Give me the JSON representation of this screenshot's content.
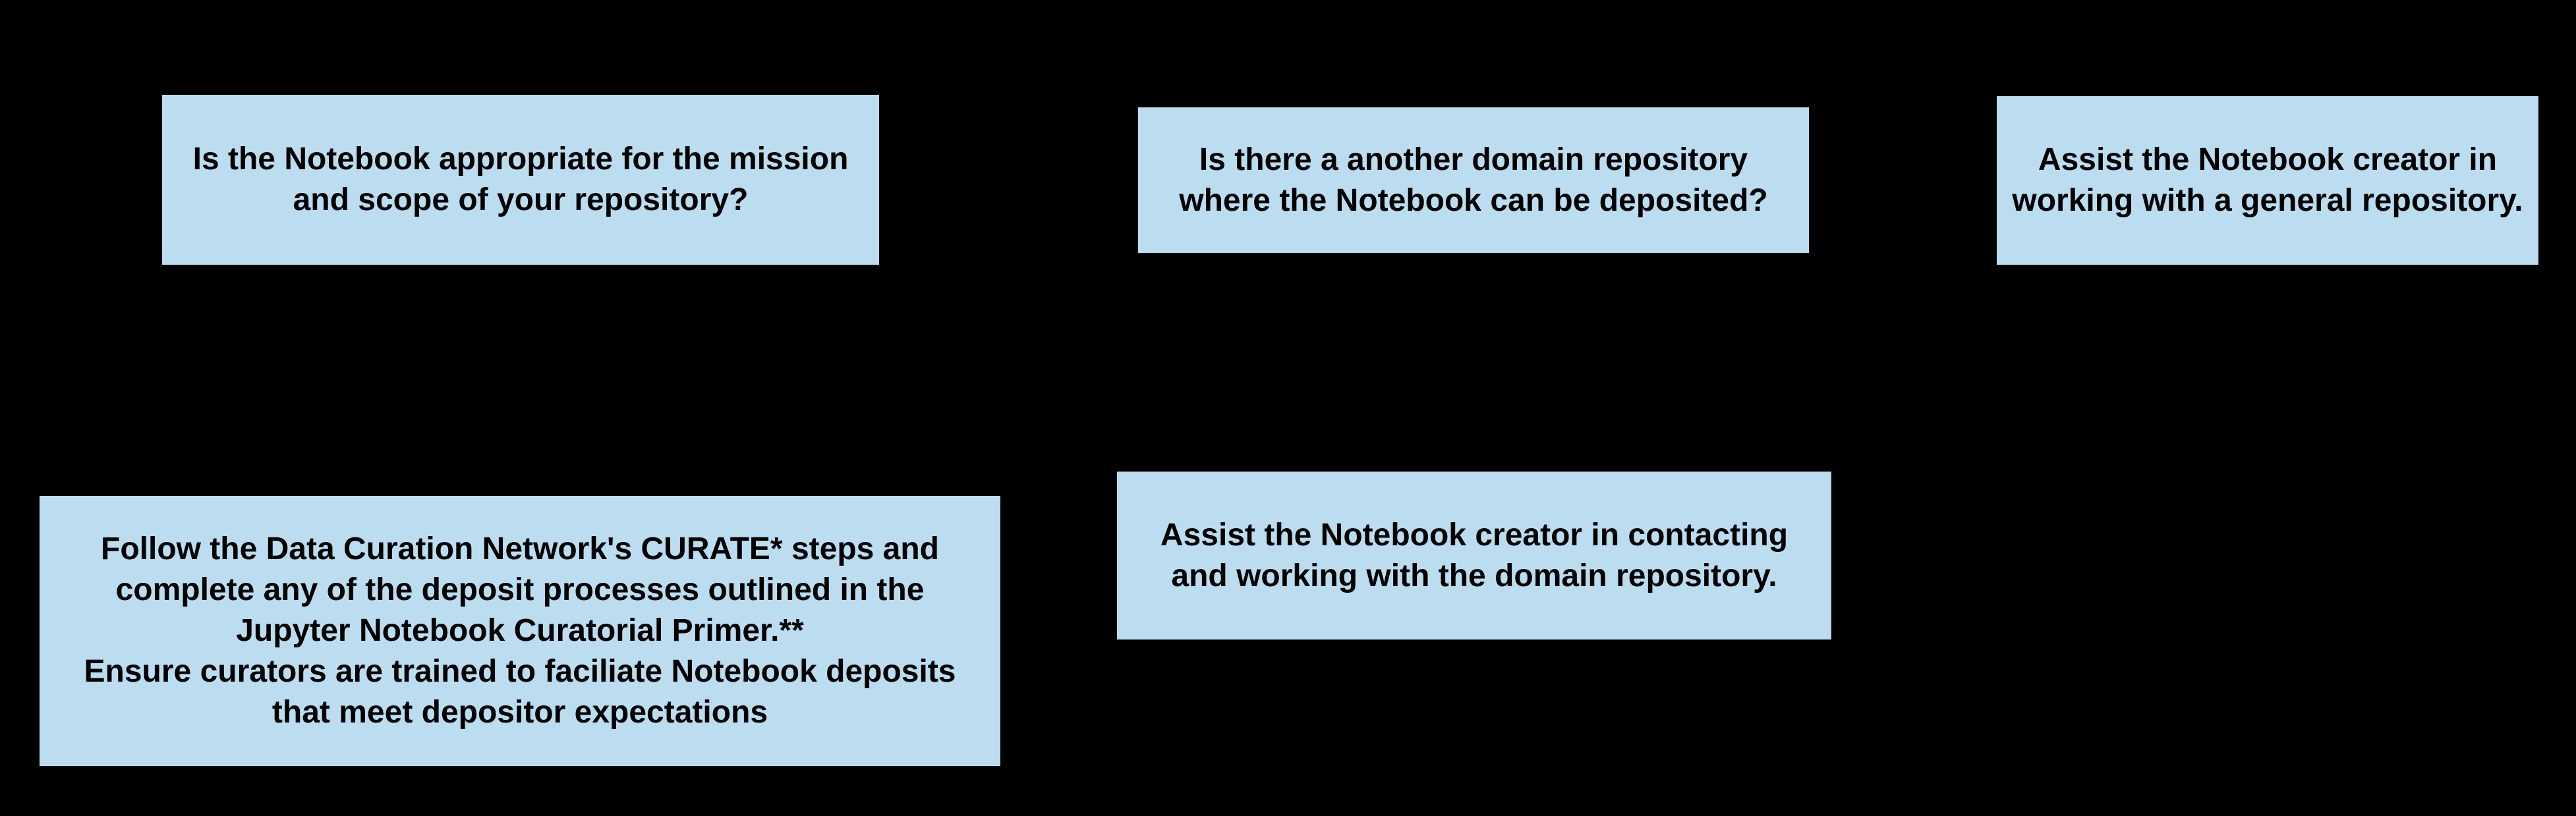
{
  "palette": {
    "node_fill": "#bcdcf0",
    "node_text": "#000000",
    "background": "#000000"
  },
  "diagram": {
    "type": "flowchart",
    "nodes": [
      {
        "id": "mission-scope-question",
        "kind": "decision",
        "text": "Is the Notebook appropriate for the mission\nand scope of your repository?"
      },
      {
        "id": "domain-repository-question",
        "kind": "decision",
        "text": "Is there a another domain repository\nwhere the Notebook can be deposited?"
      },
      {
        "id": "general-repository-action",
        "kind": "action",
        "text": "Assist the Notebook creator in\nworking with a general repository."
      },
      {
        "id": "curate-steps-action",
        "kind": "action",
        "text": "Follow the Data Curation Network's CURATE* steps and\ncomplete any of the deposit processes outlined in the\nJupyter Notebook Curatorial Primer.**\nEnsure curators are trained to faciliate Notebook deposits\nthat meet depositor expectations"
      },
      {
        "id": "domain-repository-action",
        "kind": "action",
        "text": "Assist the Notebook creator in contacting\nand working with the domain repository."
      }
    ]
  }
}
